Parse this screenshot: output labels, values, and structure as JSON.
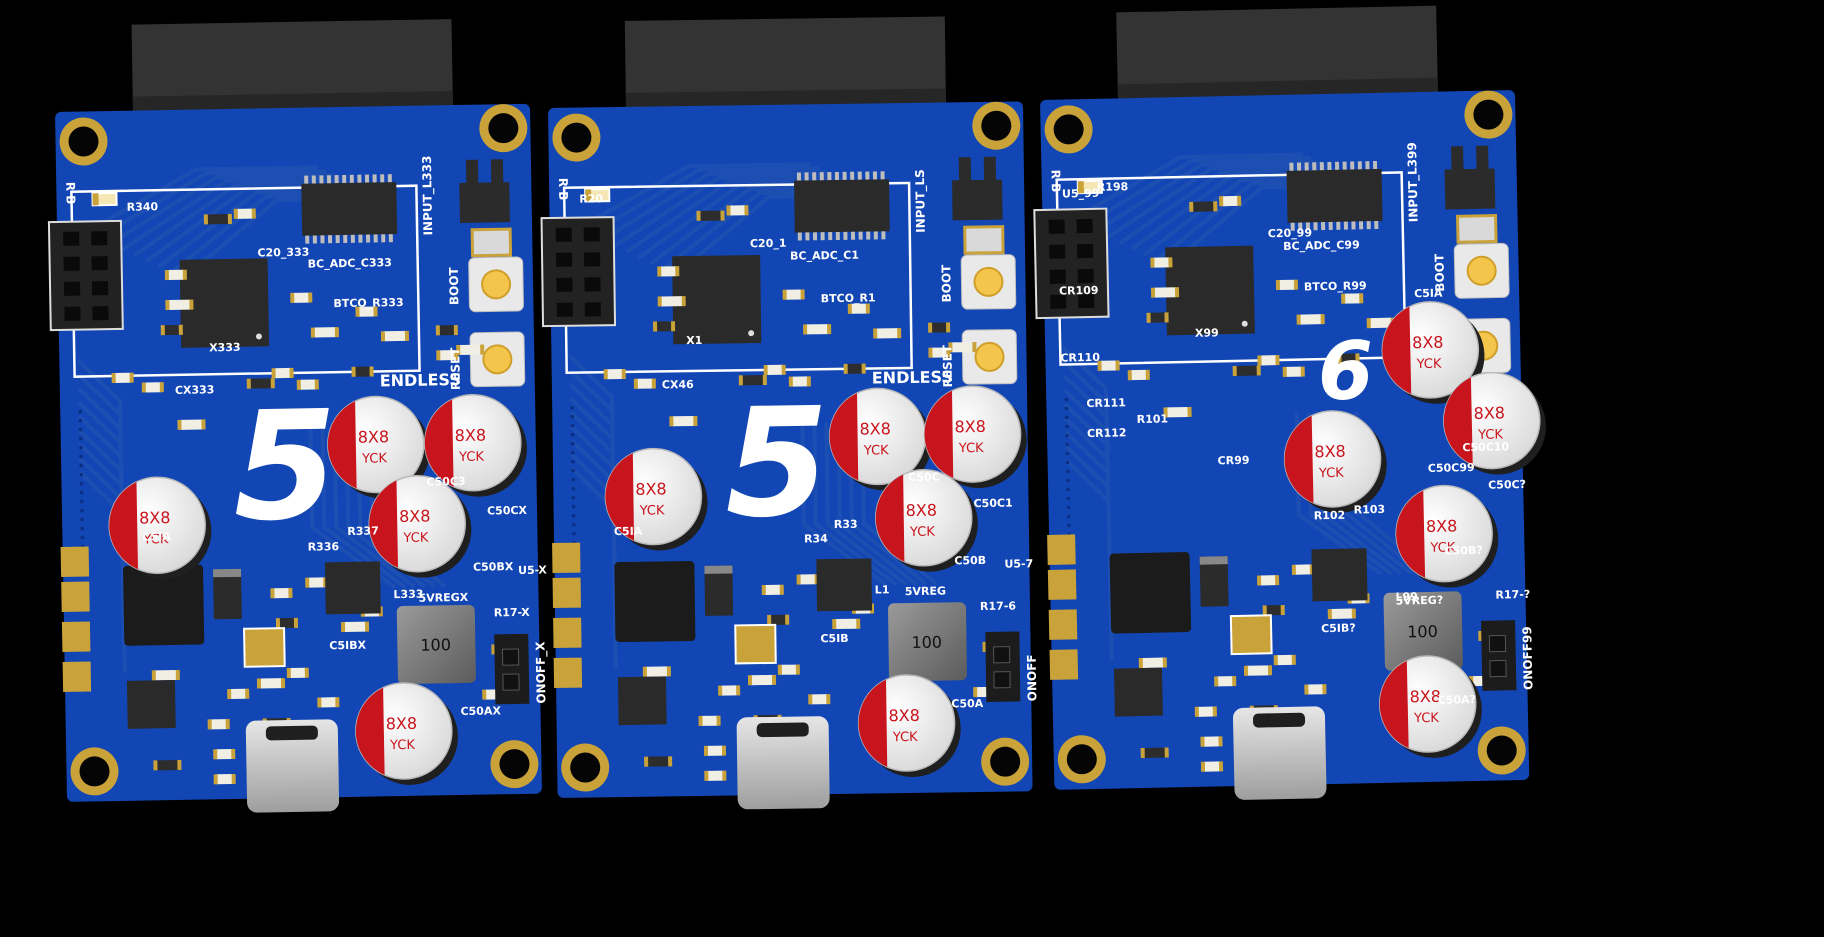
{
  "boards": [
    {
      "big_digit": "5",
      "title": "ENDLESS",
      "input_label": "INPUT_L333",
      "boot_label": "BOOT",
      "reset_label": "RESET",
      "onoff_label": "ONOFF_X",
      "rb_label": "R B",
      "labels": [
        "R340",
        "C20_333",
        "BC_ADC_C333",
        "BTCO_R333",
        "X333",
        "CX333",
        "R337",
        "R336",
        "L333",
        "5VREGX",
        "C5IBX",
        "C50BX",
        "C50C3",
        "C50CX",
        "C5IA",
        "C50AX",
        "R17-X",
        "U5-X"
      ],
      "caps": [
        {
          "top": "8X8",
          "bottom": "YCK"
        },
        {
          "top": "8X8",
          "bottom": "YCK"
        },
        {
          "top": "8X8",
          "bottom": "YCK"
        },
        {
          "top": "8X8",
          "bottom": "YCK"
        },
        {
          "top": "8X8",
          "bottom": "YCK"
        }
      ],
      "inductor": "100"
    },
    {
      "big_digit": "5",
      "title": "ENDLESS",
      "input_label": "INPUT_LS",
      "boot_label": "BOOT",
      "reset_label": "RESET",
      "onoff_label": "ONOFF",
      "rb_label": "R B",
      "labels": [
        "R20",
        "C20_1",
        "BC_ADC_C1",
        "BTCO_R1",
        "X1",
        "CX46",
        "R33",
        "R34",
        "L1",
        "5VREG",
        "C5IB",
        "C50B",
        "C50C",
        "C50C1",
        "C5IA",
        "C50A",
        "R17-6",
        "U5-7"
      ],
      "caps": [
        {
          "top": "8X8",
          "bottom": "YCK"
        },
        {
          "top": "8X8",
          "bottom": "YCK"
        },
        {
          "top": "8X8",
          "bottom": "YCK"
        },
        {
          "top": "8X8",
          "bottom": "YCK"
        },
        {
          "top": "8X8",
          "bottom": "YCK"
        }
      ],
      "inductor": "100"
    },
    {
      "big_digit": "6",
      "title": "",
      "input_label": "INPUT_L399",
      "boot_label": "BOOT",
      "reset_label": "",
      "onoff_label": "ONOFF99",
      "rb_label": "R B",
      "labels": [
        "R198",
        "U5_99",
        "C20_99",
        "BC_ADC_C99",
        "BTCO_R99",
        "X99",
        "CR109",
        "CR110",
        "CR111",
        "CR112",
        "CR99",
        "R101",
        "R102",
        "R103",
        "L99",
        "5VREG?",
        "C5IB?",
        "C50B?",
        "C50C99",
        "C50C10",
        "C50C?",
        "C5IA",
        "C50A?",
        "R17-?"
      ],
      "caps": [
        {
          "top": "8X8",
          "bottom": "YCK"
        },
        {
          "top": "8X8",
          "bottom": "YCK"
        },
        {
          "top": "8X8",
          "bottom": "YCK"
        },
        {
          "top": "8X8",
          "bottom": "YCK"
        },
        {
          "top": "8X8",
          "bottom": "YCK"
        }
      ],
      "inductor": "100"
    }
  ],
  "colors": {
    "pcb": "#1246b4",
    "gold": "#c9a23a",
    "header": "#333333",
    "cap_red": "#c8141c"
  }
}
